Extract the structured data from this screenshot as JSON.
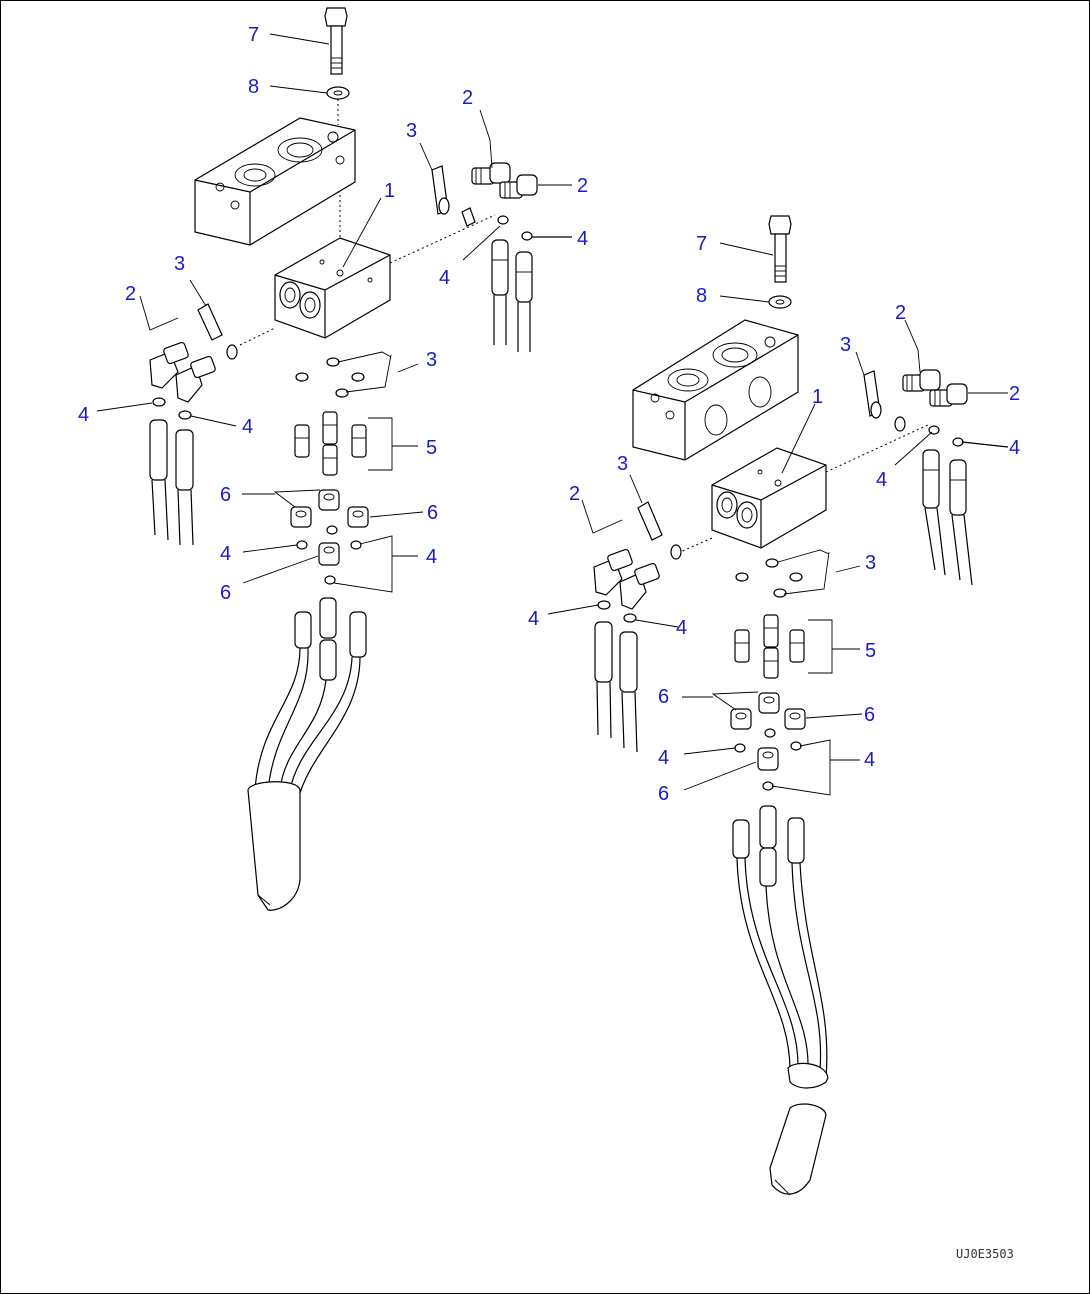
{
  "drawing_code": "UJ0E3503",
  "callouts": {
    "a": {
      "n1": "1",
      "n2a": "2",
      "n2b": "2",
      "n3a": "3",
      "n3b": "3",
      "n3c": "3",
      "n4a": "4",
      "n4b": "4",
      "n4c": "4",
      "n4d": "4",
      "n4e": "4",
      "n4f": "4",
      "n5": "5",
      "n6a": "6",
      "n6b": "6",
      "n6c": "6",
      "n7": "7",
      "n8": "8"
    },
    "b": {
      "n1": "1",
      "n2a": "2",
      "n2b": "2",
      "n3a": "3",
      "n3b": "3",
      "n3c": "3",
      "n4a": "4",
      "n4b": "4",
      "n4c": "4",
      "n4d": "4",
      "n4e": "4",
      "n4f": "4",
      "n5": "5",
      "n6a": "6",
      "n6b": "6",
      "n6c": "6",
      "n7": "7",
      "n8": "8"
    }
  }
}
